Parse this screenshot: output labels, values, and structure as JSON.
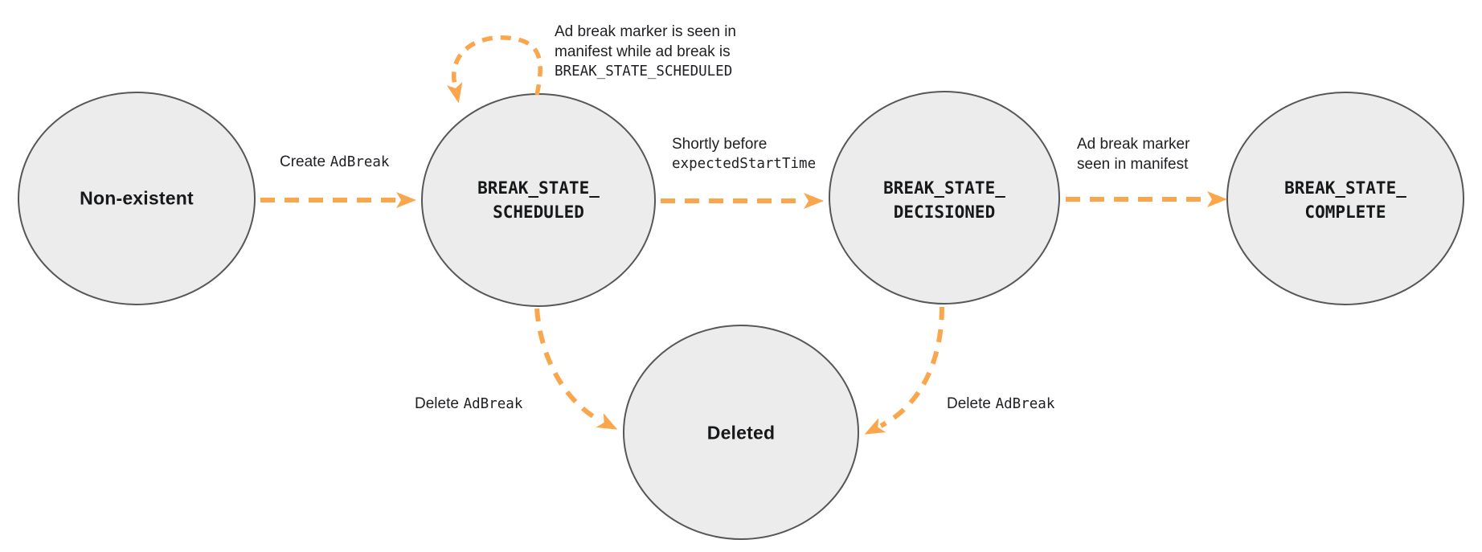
{
  "diagram": {
    "kind": "state-machine",
    "description_visible": false
  },
  "colors": {
    "arrow_orange": "#F9A64C",
    "node_fill": "#ECECEC",
    "node_border": "#56575B",
    "text": "#202124",
    "background": "#FFFFFF"
  },
  "nodes": {
    "non_existent": {
      "label": "Non-existent"
    },
    "scheduled": {
      "line1": "BREAK_STATE_",
      "line2": "SCHEDULED"
    },
    "decisioned": {
      "line1": "BREAK_STATE_",
      "line2": "DECISIONED"
    },
    "complete": {
      "line1": "BREAK_STATE_",
      "line2": "COMPLETE"
    },
    "deleted": {
      "label": "Deleted"
    }
  },
  "edges": {
    "create": {
      "action": "Create",
      "object": "AdBreak"
    },
    "marker_while_scheduled": {
      "line1": "Ad break marker is seen in",
      "line2": "manifest while ad break is",
      "line3": "BREAK_STATE_SCHEDULED"
    },
    "shortly_before": {
      "line1": "Shortly before",
      "line2": "expectedStartTime"
    },
    "marker_seen": {
      "line1": "Ad break marker",
      "line2": "seen in manifest"
    },
    "delete_from_scheduled": {
      "action": "Delete",
      "object": "AdBreak"
    },
    "delete_from_decisioned": {
      "action": "Delete",
      "object": "AdBreak"
    }
  }
}
